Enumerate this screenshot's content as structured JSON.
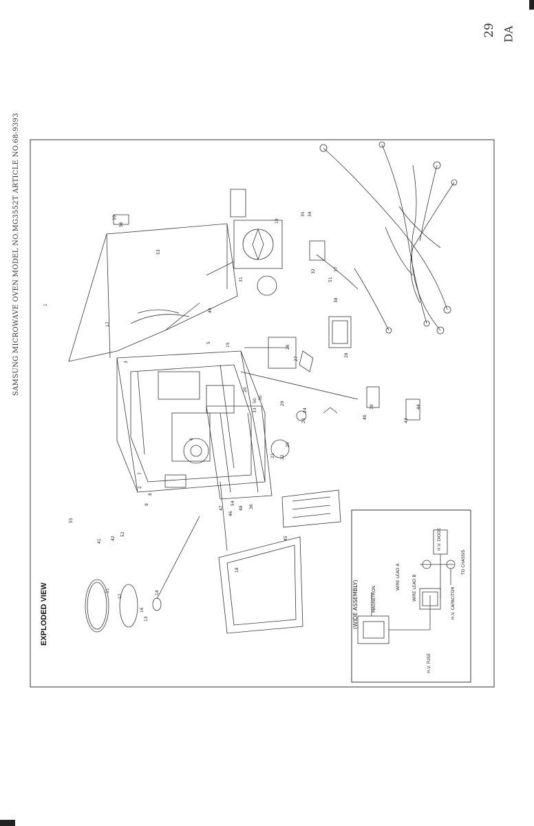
{
  "header": {
    "text": "SAMSUNG MICROWAVE OVEN MODEL NO.MG3552T ARTICLE NO.68-9393"
  },
  "diagram": {
    "title": "EXPLODED VIEW",
    "wide_assembly_label": "(WIDE ASSEMBLY)",
    "handwritten": [
      "29",
      "DA"
    ],
    "part_numbers": [
      "1",
      "2",
      "3",
      "5",
      "6",
      "7",
      "8",
      "9",
      "10",
      "11",
      "12",
      "13",
      "14",
      "15",
      "16",
      "17",
      "18",
      "19",
      "20",
      "21",
      "22",
      "23",
      "24",
      "25",
      "26",
      "27",
      "28",
      "29",
      "30",
      "31",
      "32",
      "33",
      "34",
      "35",
      "36",
      "37",
      "38",
      "39",
      "40",
      "41",
      "42",
      "43",
      "44",
      "45",
      "46",
      "47",
      "48",
      "49",
      "50",
      "51",
      "52",
      "53",
      "54",
      "55",
      "56"
    ],
    "wiring_labels": [
      "MAGNETRON",
      "WIRE LEAD A",
      "WIRE LEAD B",
      "H.V. DIODE",
      "H.V. CAPACITOR",
      "TO CHASSIS",
      "H.V. FUSE"
    ]
  }
}
